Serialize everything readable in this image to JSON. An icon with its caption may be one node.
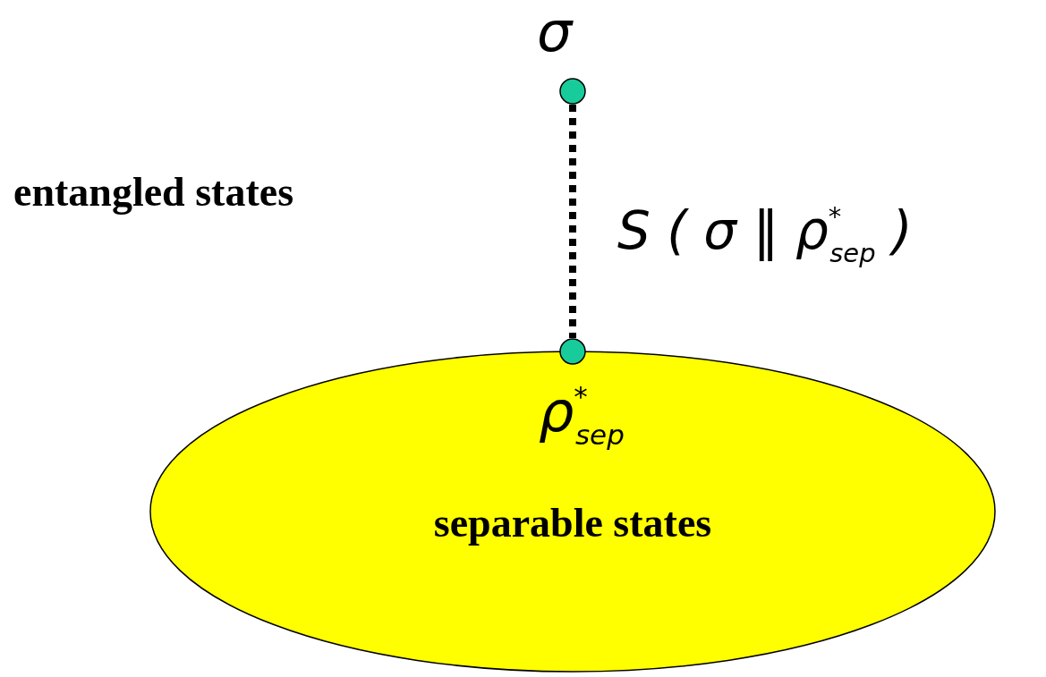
{
  "diagram": {
    "nodes": [
      {
        "text": [
          "separable states"
        ]
      },
      {
        "text": [],
        "shape": "circle",
        "beside": [
          "σ"
        ]
      },
      {
        "text": [],
        "shape": "circle",
        "beside": [
          "ρ$^{*}$$_{sep}$"
        ]
      }
    ],
    "edges": [
      {
        "from": 1,
        "to": 2,
        "arrow": "none",
        "style": "dashed",
        "label": "S ( σ ‖ ρ$^{*}$$_{sep}$ )"
      }
    ],
    "labels": [
      "entangled states"
    ]
  }
}
